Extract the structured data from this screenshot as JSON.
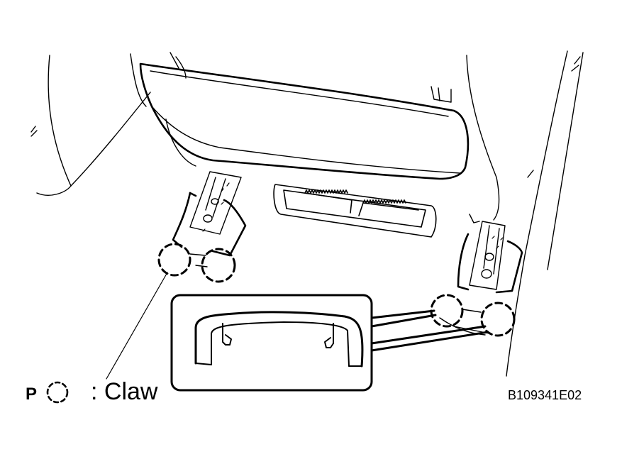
{
  "legend": {
    "prefix": "P",
    "symbol_name": "dashed-circle-icon",
    "text": ": Claw"
  },
  "figure_code": "B109341E02",
  "colors": {
    "line": "#000000",
    "background": "#ffffff"
  }
}
